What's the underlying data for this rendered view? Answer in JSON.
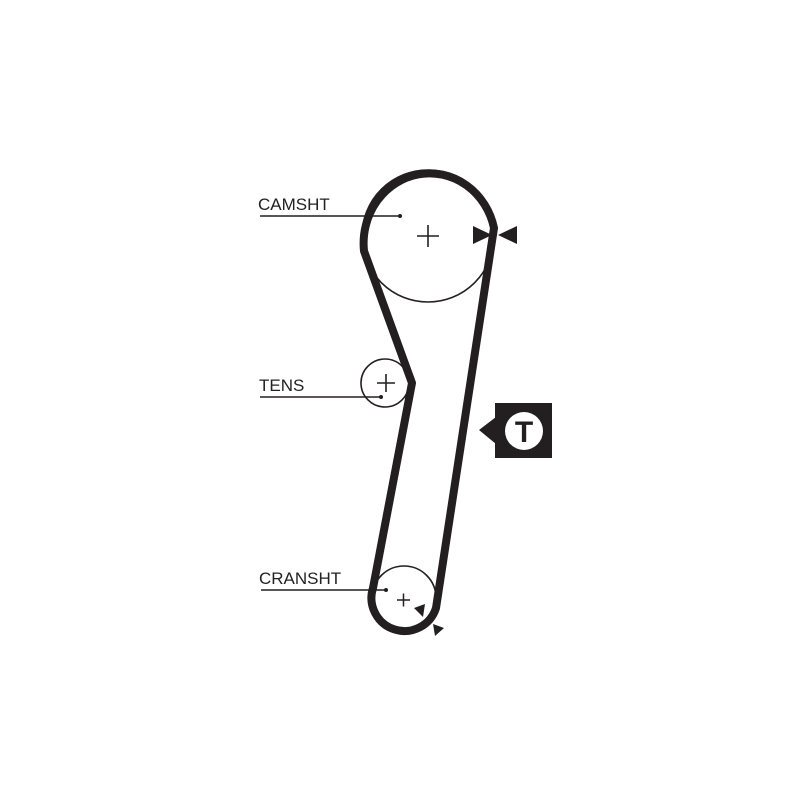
{
  "labels": {
    "camshaft": "CAMSHT",
    "tensioner": "TENS",
    "crankshaft": "CRANSHT"
  },
  "tension_marker": {
    "letter": "T"
  },
  "colors": {
    "belt": "#231f20",
    "line": "#231f20",
    "background": "#ffffff"
  }
}
